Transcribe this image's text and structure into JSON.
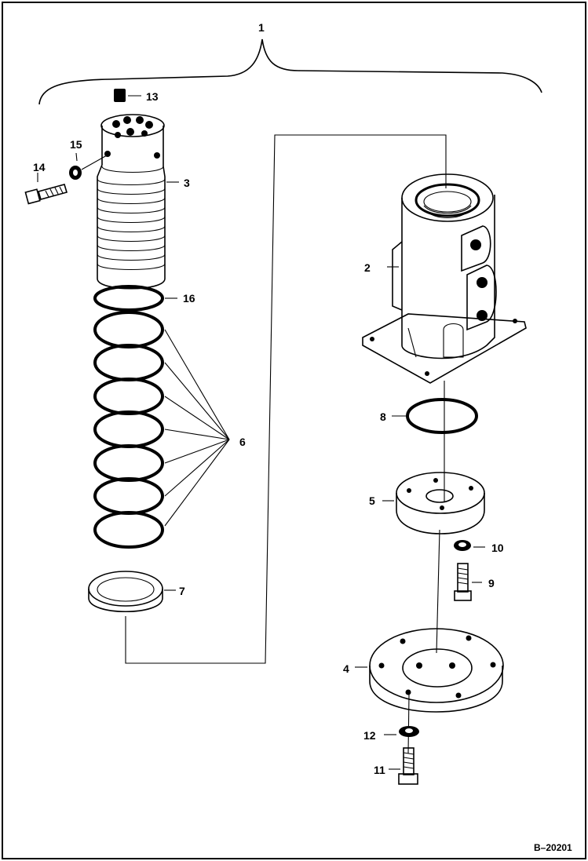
{
  "diagram": {
    "reference": "B–20201",
    "colors": {
      "line": "#000000",
      "background": "#ffffff",
      "shade": "#d8d8d8"
    },
    "callouts": {
      "assembly": "1",
      "housing": "2",
      "spindle": "3",
      "plate": "4",
      "cover": "5",
      "seal_rings": "6",
      "backup_ring": "7",
      "o_ring": "8",
      "cover_bolt": "9",
      "cover_washer": "10",
      "plate_bolt": "11",
      "plate_washer": "12",
      "plug": "13",
      "side_bolt": "14",
      "side_washer": "15",
      "top_o_ring": "16"
    }
  }
}
